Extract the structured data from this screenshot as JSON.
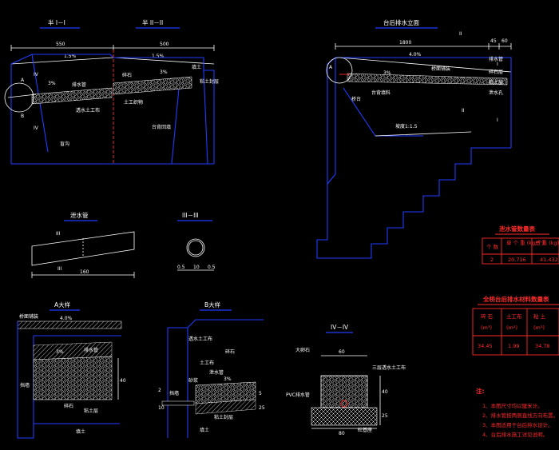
{
  "section1": {
    "title_left": "半 I－I",
    "title_right": "半 II－II",
    "dim_left": "550",
    "dim_right": "500",
    "slope_left": "1.5%",
    "slope_right": "1.5%",
    "slope_pipe_left": "3%",
    "slope_pipe_right": "3%",
    "mark_a": "A",
    "mark_b": "B",
    "mark_iv_top": "IV",
    "mark_iv_bot": "IV",
    "lbl_pipe": "排水管",
    "lbl_stone": "碎石",
    "lbl_filter": "透水土工布",
    "lbl_fill": "填土",
    "lbl_geo": "土工织物",
    "lbl_clay": "粘土封层",
    "lbl_blind": "盲沟",
    "lbl_wall": "台背回填"
  },
  "elevation": {
    "title": "台后排水立面",
    "dim_total": "1800",
    "dim_a": "45",
    "dim_b": "60",
    "slope": "4.0%",
    "pipe_slope": "3%",
    "mark_a": "A",
    "mark_ii_top": "II",
    "mark_ii_bot": "II",
    "mark_i_top": "I",
    "mark_i_bot": "I",
    "lbl_pipe": "排水管",
    "lbl_deck": "桥面铺装",
    "lbl_backfill": "台背填料",
    "lbl_soil": "粘土层",
    "lbl_wall": "桥台",
    "lbl_weep": "泄水孔",
    "lbl_layer": "碎石层",
    "lbl_slope": "坡度1:1.5"
  },
  "drain_pipe": {
    "title": "泄水管",
    "mark_top": "III",
    "mark_bot": "III",
    "dim": "160"
  },
  "pipe_section": {
    "title": "III－III",
    "dim_left": "0.5",
    "dim_mid": "10",
    "dim_right": "0.5"
  },
  "table_pipe": {
    "title": "泄水管数量表",
    "headers": [
      "个 数",
      "单 个 重 (kg/个)",
      "总 重 (kg)"
    ],
    "row": [
      "2",
      "20.716",
      "41.432"
    ]
  },
  "table_material": {
    "title": "全桥台后排水材料数量表",
    "headers": [
      "碎 石",
      "土工布",
      "粘 土"
    ],
    "units": [
      "(m³)",
      "(m²)",
      "(m³)"
    ],
    "row": [
      "34.45",
      "1.99",
      "34.78"
    ]
  },
  "detail_a": {
    "title": "A大样",
    "slope": "4.0%",
    "pipe_slope": "3%",
    "lbl_deck": "桥面铺装",
    "lbl_pipe": "排水管",
    "lbl_stone": "碎石",
    "lbl_wall": "挡墙",
    "lbl_fill": "填土",
    "lbl_geo": "粘土层",
    "dim_v": "40"
  },
  "detail_b": {
    "title": "B大样",
    "pipe_slope": "3%",
    "lbl_filter": "透水土工布",
    "lbl_stone": "碎石",
    "lbl_pipe": "泄水管",
    "lbl_wall": "挡墙",
    "lbl_mortar": "砂浆",
    "lbl_clay": "粘土封层",
    "lbl_soil": "土工布",
    "lbl_fill": "填土",
    "dim_a": "2",
    "dim_b": "10",
    "dim_c": "5",
    "dim_d": "25"
  },
  "detail_iv": {
    "title": "IV－IV",
    "dim_top": "60",
    "dim_bot": "80",
    "dim_v1": "40",
    "dim_v2": "25",
    "lbl_stone": "大卵石",
    "lbl_filter": "三层透水土工布",
    "lbl_pipe": "PVC排水管",
    "lbl_base": "砼基座"
  },
  "notes": {
    "title": "注:",
    "items": [
      "1、本图尺寸均以厘米计。",
      "2、排水管按两侧直线方向布置。",
      "3、本图适用于台后排水设计。",
      "4、台后排水施工详见说明。"
    ]
  },
  "colors": {
    "background": "#000000",
    "outline": "#1f3cff",
    "text": "#ffffff",
    "accent": "#ff2a2a",
    "label": "#3ee8e8"
  }
}
